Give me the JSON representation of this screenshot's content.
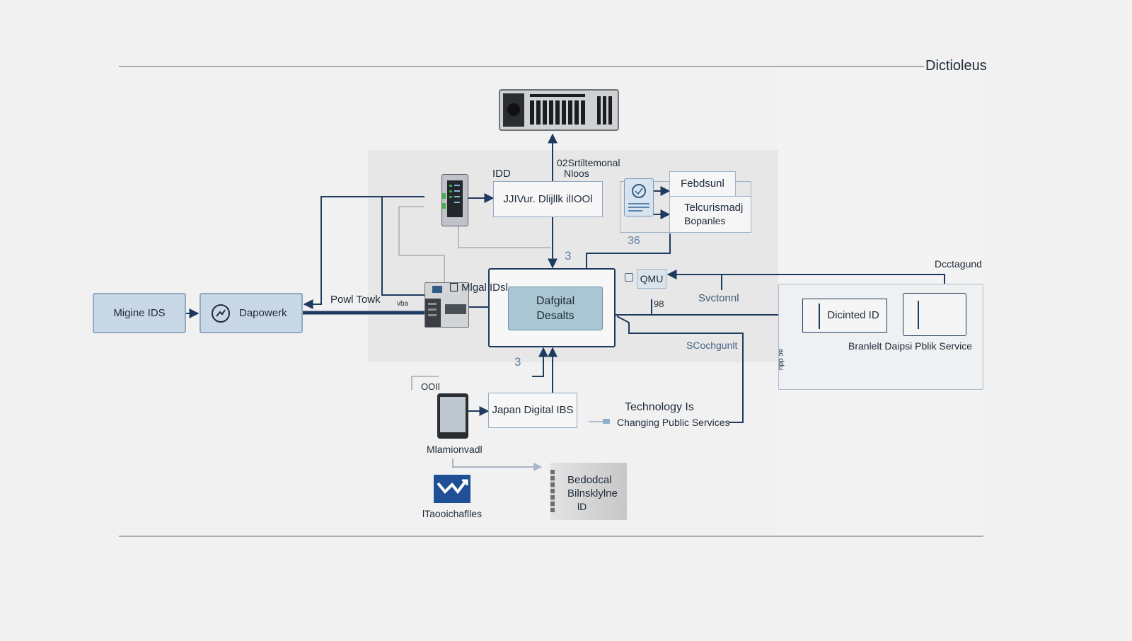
{
  "header": {
    "title": "Dictioleus"
  },
  "colors": {
    "navy": "#1f3a5f",
    "line_gray": "#b9bcbf",
    "box_blue": "#c9d8e6",
    "box_teal": "#a9c6d2",
    "accent_label": "#4b6584"
  },
  "nodes": {
    "migine_ids": "Migine IDS",
    "dapowerk": "Dapowerk",
    "server_top_label_1": "02Srtiltemonal",
    "server_top_label_2": "Nloos",
    "idd": "IDD",
    "jvur_box": "JJIVur. Dlijllk ilIOOl",
    "febdsunl": "Febdsunl",
    "telcurismadj": "Telcurismadj",
    "bopanles": "Bopanles",
    "num_36": "36",
    "num_3_top": "3",
    "dafgital_line1": "Dafgital",
    "dafgital_line2": "Desalts",
    "mlgal_idsl": "Mlgal IDsl",
    "pow_tow": "Powl Towk",
    "small_label_left": "vba",
    "qmu": "QMU",
    "qmu_icon": "image-icon",
    "svctonnl": "Svctonnl",
    "small_98": "98",
    "dccatgund": "Dcctagund",
    "digital_id": "Dicinted ID",
    "branlelt_caption": "Branlelt Daipsi Pblik Service",
    "vertical_label": "ac ddu",
    "schogunlt": "SCochgunlt",
    "num_3_bottom": "3",
    "ool": "OOIl",
    "japan_digital": "Japan Digital IBS",
    "technology_line1": "Technology Is",
    "technology_line2": "Changing Public Services",
    "mlamionvadl": "Mlamionvadl",
    "tacoichaflles": "lTaooichaflles",
    "bedodcal_line1": "Bedodcal",
    "bedodcal_line2": "Bilnsklylne",
    "bedodcal_line3": "lD"
  }
}
